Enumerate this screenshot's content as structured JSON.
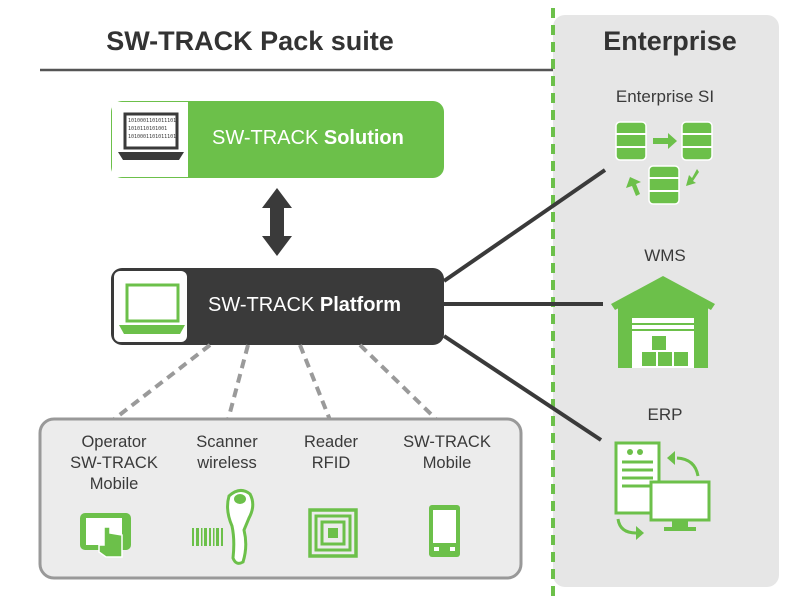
{
  "header": {
    "suite_title": "SW-TRACK Pack suite",
    "enterprise_title": "Enterprise"
  },
  "solution_box": {
    "prefix": "SW-TRACK",
    "strong": "Solution",
    "screen_code": [
      "1010001101011101",
      "1010110101001",
      "1010001101011101"
    ]
  },
  "platform_box": {
    "prefix": "SW-TRACK",
    "strong": "Platform"
  },
  "devices": [
    {
      "lines": [
        "Operator",
        "SW-TRACK",
        "Mobile"
      ],
      "icon": "tablet-touch-icon"
    },
    {
      "lines": [
        "Scanner",
        "wireless"
      ],
      "icon": "barcode-scanner-icon"
    },
    {
      "lines": [
        "Reader",
        "RFID"
      ],
      "icon": "rfid-tag-icon"
    },
    {
      "lines": [
        "SW-TRACK",
        "Mobile"
      ],
      "icon": "mobile-phone-icon"
    }
  ],
  "enterprise_systems": [
    {
      "label": "Enterprise SI",
      "icon": "database-sync-icon"
    },
    {
      "label": "WMS",
      "icon": "warehouse-icon"
    },
    {
      "label": "ERP",
      "icon": "server-monitor-icon"
    }
  ],
  "colors": {
    "green": "#6cc04a",
    "dark": "#3a3a3a",
    "gray_panel": "#e6e6e6",
    "border_gray": "#9a9a9a"
  }
}
